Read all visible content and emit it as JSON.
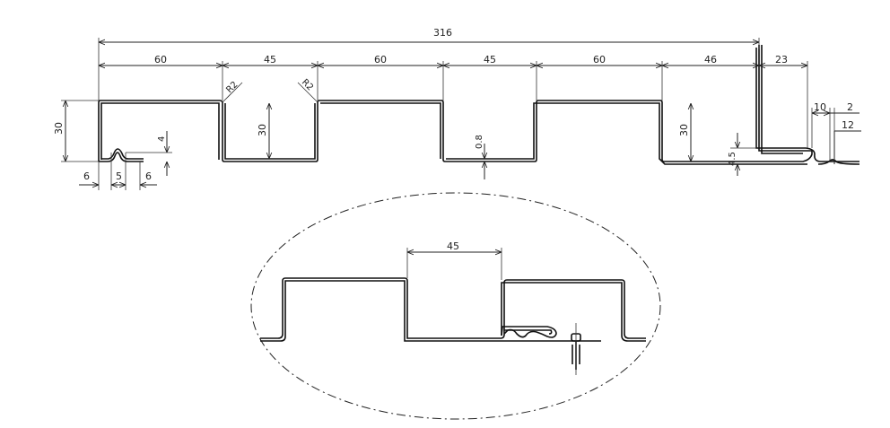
{
  "dimensions": {
    "overall": "316",
    "seg1": "60",
    "seg2": "45",
    "seg3": "60",
    "seg4": "45",
    "seg5": "60",
    "seg6": "46",
    "seg7": "23",
    "height_left": "30",
    "height_mid": "30",
    "height_right": "30",
    "thickness": "0.8",
    "hook_height": "4",
    "left_bottom_a": "6",
    "left_bottom_b": "5",
    "left_bottom_c": "6",
    "radius_a": "R2",
    "radius_b": "R2",
    "lap_height": "4.5",
    "right_a": "10",
    "right_b": "2",
    "right_c": "12",
    "detail_width": "45"
  }
}
